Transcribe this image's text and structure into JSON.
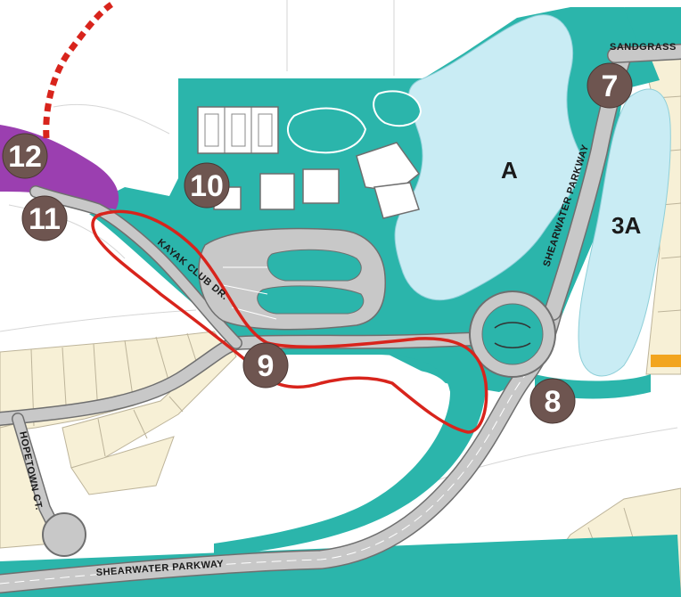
{
  "colors": {
    "teal": "#2bb5ab",
    "water": "#c9ecf4",
    "road": "#c8c8c8",
    "road_edge": "#6f6f6f",
    "lot": "#f7f0d6",
    "purple": "#9b3fb0",
    "marker": "#6e5550",
    "route": "#d8241c",
    "dotted": "#d8241c",
    "orange": "#f2a51f"
  },
  "lakes": [
    {
      "id": "lake-a",
      "label": "A"
    },
    {
      "id": "lake-3a",
      "label": "3A"
    }
  ],
  "roads": {
    "sandgrass": "SANDGRASS",
    "shearwater_upper": "SHEARWATER PARKWAY",
    "shearwater_lower": "SHEARWATER PARKWAY",
    "kayak_club": "KAYAK CLUB DR.",
    "hopetown": "HOPETOWN CT."
  },
  "markers": [
    {
      "id": "marker-12",
      "label": "12"
    },
    {
      "id": "marker-11",
      "label": "11"
    },
    {
      "id": "marker-10",
      "label": "10"
    },
    {
      "id": "marker-9",
      "label": "9"
    },
    {
      "id": "marker-8",
      "label": "8"
    },
    {
      "id": "marker-7",
      "label": "7"
    }
  ]
}
